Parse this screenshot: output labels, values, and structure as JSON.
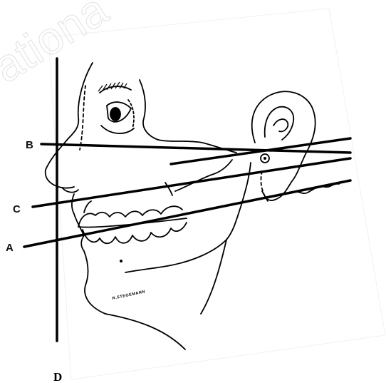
{
  "figure": {
    "watermark_text": "ationa",
    "labels": {
      "b": "B",
      "c": "C",
      "a": "A",
      "d": "D"
    },
    "artist_signature": "R.STEGEMANN"
  }
}
